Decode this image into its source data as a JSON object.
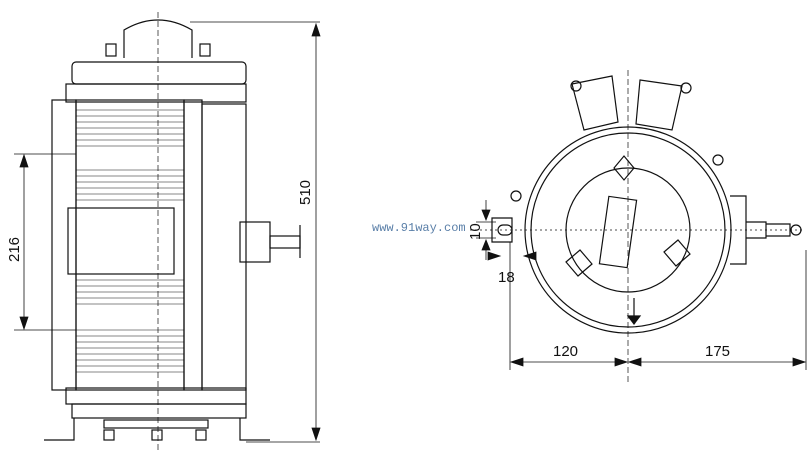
{
  "dimensions": {
    "height_total": "510",
    "coil_height": "216",
    "slot_width": "10",
    "slot_offset": "18",
    "left_radius": "120",
    "right_extent": "175"
  },
  "watermark": "www.91way.com",
  "colors": {
    "line": "#111111",
    "watermark": "#5a7fa8"
  }
}
